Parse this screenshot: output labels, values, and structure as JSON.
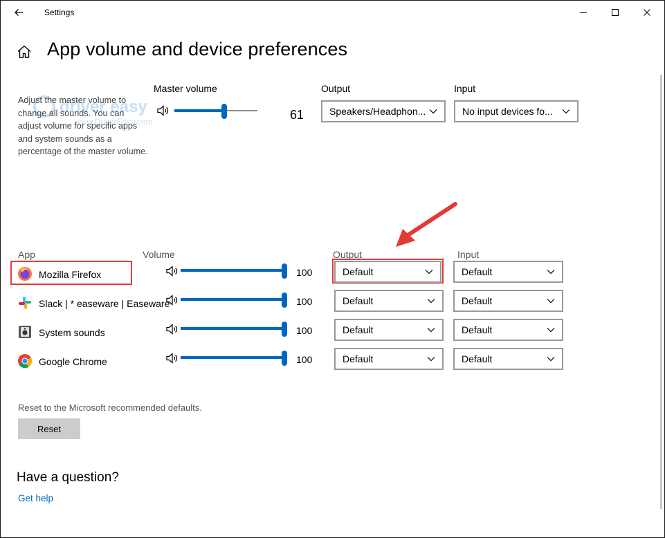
{
  "window": {
    "title": "Settings"
  },
  "page": {
    "title": "App volume and device preferences",
    "description": "Adjust the master volume to change all sounds. You can adjust volume for specific apps and system sounds as a percentage of the master volume."
  },
  "master": {
    "label": "Master volume",
    "value": 61,
    "value_text": "61",
    "output_label": "Output",
    "output_value": "Speakers/Headphon...",
    "input_label": "Input",
    "input_value": "No input devices fo..."
  },
  "apps_header": {
    "app": "App",
    "volume": "Volume",
    "output": "Output",
    "input": "Input"
  },
  "apps": [
    {
      "name": "Mozilla Firefox",
      "icon": "firefox-icon",
      "volume": 100,
      "volume_text": "100",
      "output": "Default",
      "input": "Default"
    },
    {
      "name": "Slack | * easeware | Easeware",
      "icon": "slack-icon",
      "volume": 100,
      "volume_text": "100",
      "output": "Default",
      "input": "Default"
    },
    {
      "name": "System sounds",
      "icon": "system-sounds-icon",
      "volume": 100,
      "volume_text": "100",
      "output": "Default",
      "input": "Default"
    },
    {
      "name": "Google Chrome",
      "icon": "chrome-icon",
      "volume": 100,
      "volume_text": "100",
      "output": "Default",
      "input": "Default"
    }
  ],
  "reset": {
    "description": "Reset to the Microsoft recommended defaults.",
    "button_label": "Reset"
  },
  "help": {
    "heading": "Have a question?",
    "link": "Get help"
  },
  "watermark": {
    "line1": "driver easy",
    "line2": "www.DriverEasy.com"
  },
  "colors": {
    "accent": "#0067c0",
    "annotation": "#e53935"
  }
}
